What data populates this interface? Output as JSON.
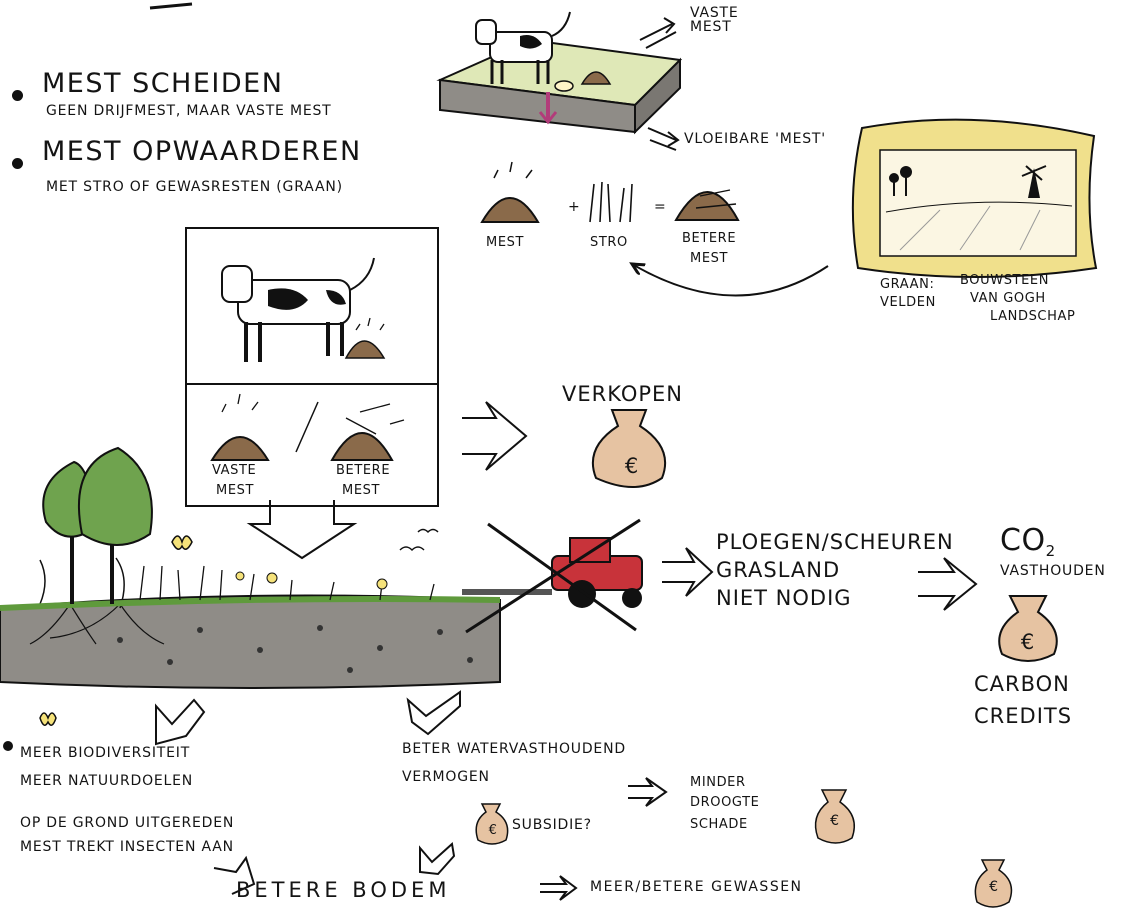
{
  "manure_sections": {
    "separate": {
      "title": "MEST SCHEIDEN",
      "subtitle": "GEEN DRIJFMEST, MAAR VASTE MEST"
    },
    "upgrade": {
      "title": "MEST OPWAARDEREN",
      "subtitle": "MET STRO OF GEWASRESTEN (GRAAN)"
    }
  },
  "separation_outputs": {
    "solid": "VASTE MEST",
    "liquid": "VLOEIBARE 'MEST'"
  },
  "equation": {
    "plus": "+",
    "equals": "=",
    "manure": "MEST",
    "straw": "STRO",
    "better_line1": "BETERE",
    "better_line2": "MEST"
  },
  "painting_caption": {
    "col1_line1": "GRAAN:",
    "col1_line2": "VELDEN",
    "col2_line1": "BOUWSTEEN",
    "col2_line2": "VAN GOGH",
    "col2_line3": "LANDSCHAP"
  },
  "box_labels": {
    "solid_line1": "VASTE",
    "solid_line2": "MEST",
    "better_line1": "BETERE",
    "better_line2": "MEST"
  },
  "sell": {
    "label": "VERKOPEN",
    "coin": "€"
  },
  "plowing": {
    "line1": "PLOEGEN/SCHEUREN",
    "line2": "GRASLAND",
    "line3": "NIET NODIG"
  },
  "co2": {
    "main": "CO",
    "sub": "2",
    "hold": "VASTHOUDEN",
    "coin": "€",
    "credits_line1": "CARBON",
    "credits_line2": "CREDITS"
  },
  "biodiversity": {
    "line1": "MEER BIODIVERSITEIT",
    "line2": "MEER NATUURDOELEN",
    "line3": "OP DE GROND UITGEREDEN",
    "line4": "MEST TREKT INSECTEN AAN"
  },
  "water": {
    "line1": "BETER WATERVASTHOUDEND",
    "line2": "VERMOGEN",
    "subsidy": "SUBSIDIE?",
    "coin": "€"
  },
  "drought": {
    "line1": "MINDER",
    "line2": "DROOGTE",
    "line3": "SCHADE",
    "coin": "€"
  },
  "soil": {
    "label": "BETERE BODEM",
    "result": "MEER/BETERE GEWASSEN",
    "coin": "€"
  },
  "colors": {
    "manure": "#8a6a4a",
    "coin": "#e6c3a2",
    "grass_top": "#dfe8b7",
    "soil": "#8f8c87",
    "tree": "#6fa34e",
    "tractor": "#c8333a",
    "frame": "#f0e08c",
    "butterfly": "#f5e27a"
  }
}
